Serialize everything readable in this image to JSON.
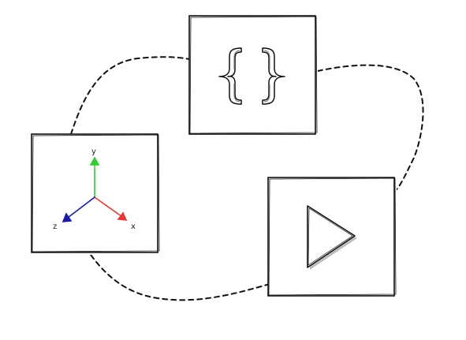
{
  "diagram": {
    "nodes": [
      {
        "id": "code",
        "icon": "curly-braces-icon"
      },
      {
        "id": "axes",
        "icon": "3d-axes-icon"
      },
      {
        "id": "play",
        "icon": "play-icon"
      }
    ],
    "connections": [
      {
        "from": "code",
        "to": "play",
        "style": "dashed"
      },
      {
        "from": "play",
        "to": "axes",
        "style": "dashed"
      },
      {
        "from": "axes",
        "to": "code",
        "style": "dashed"
      }
    ],
    "axes": {
      "x_label": "x",
      "y_label": "y",
      "z_label": "z",
      "x_color": "#e53935",
      "y_color": "#2ecc2e",
      "z_color": "#1a1aa6"
    },
    "colors": {
      "stroke": "#111111",
      "shadow": "#bdbdbd"
    }
  }
}
